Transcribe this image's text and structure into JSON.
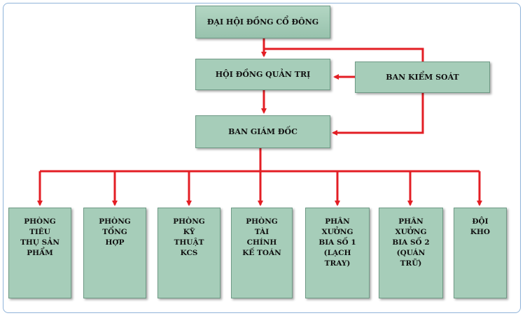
{
  "colors": {
    "box": "#a6cdb9",
    "line": "#e31e24",
    "frame": "#8fb3d9"
  },
  "nodes": {
    "dai_hoi": "ĐẠI HỘI ĐỒNG CỔ ĐÔNG",
    "hoi_dong": "HỘI ĐỒNG QUẢN TRỊ",
    "ban_kiem_soat": "BAN KIỂM SOÁT",
    "ban_giam_doc": "BAN GIÁM ĐỐC"
  },
  "departments": [
    "PHÒNG\nTIÊU\nTHỤ SẢN\nPHẨM",
    "PHÒNG\nTỔNG\nHỢP",
    "PHÒNG\nKỸ\nTHUẬT\nKCS",
    "PHÒNG\nTÀI\nCHÍNH\nKẾ TOÁN",
    "PHÂN\nXƯỞNG\nBIA SỐ 1\n(LẠCH\nTRAY)",
    "PHÂN\nXƯỞNG\nBIA SỐ 2\n(QUÁN\nTRỮ)",
    "ĐỘI\nKHO"
  ]
}
